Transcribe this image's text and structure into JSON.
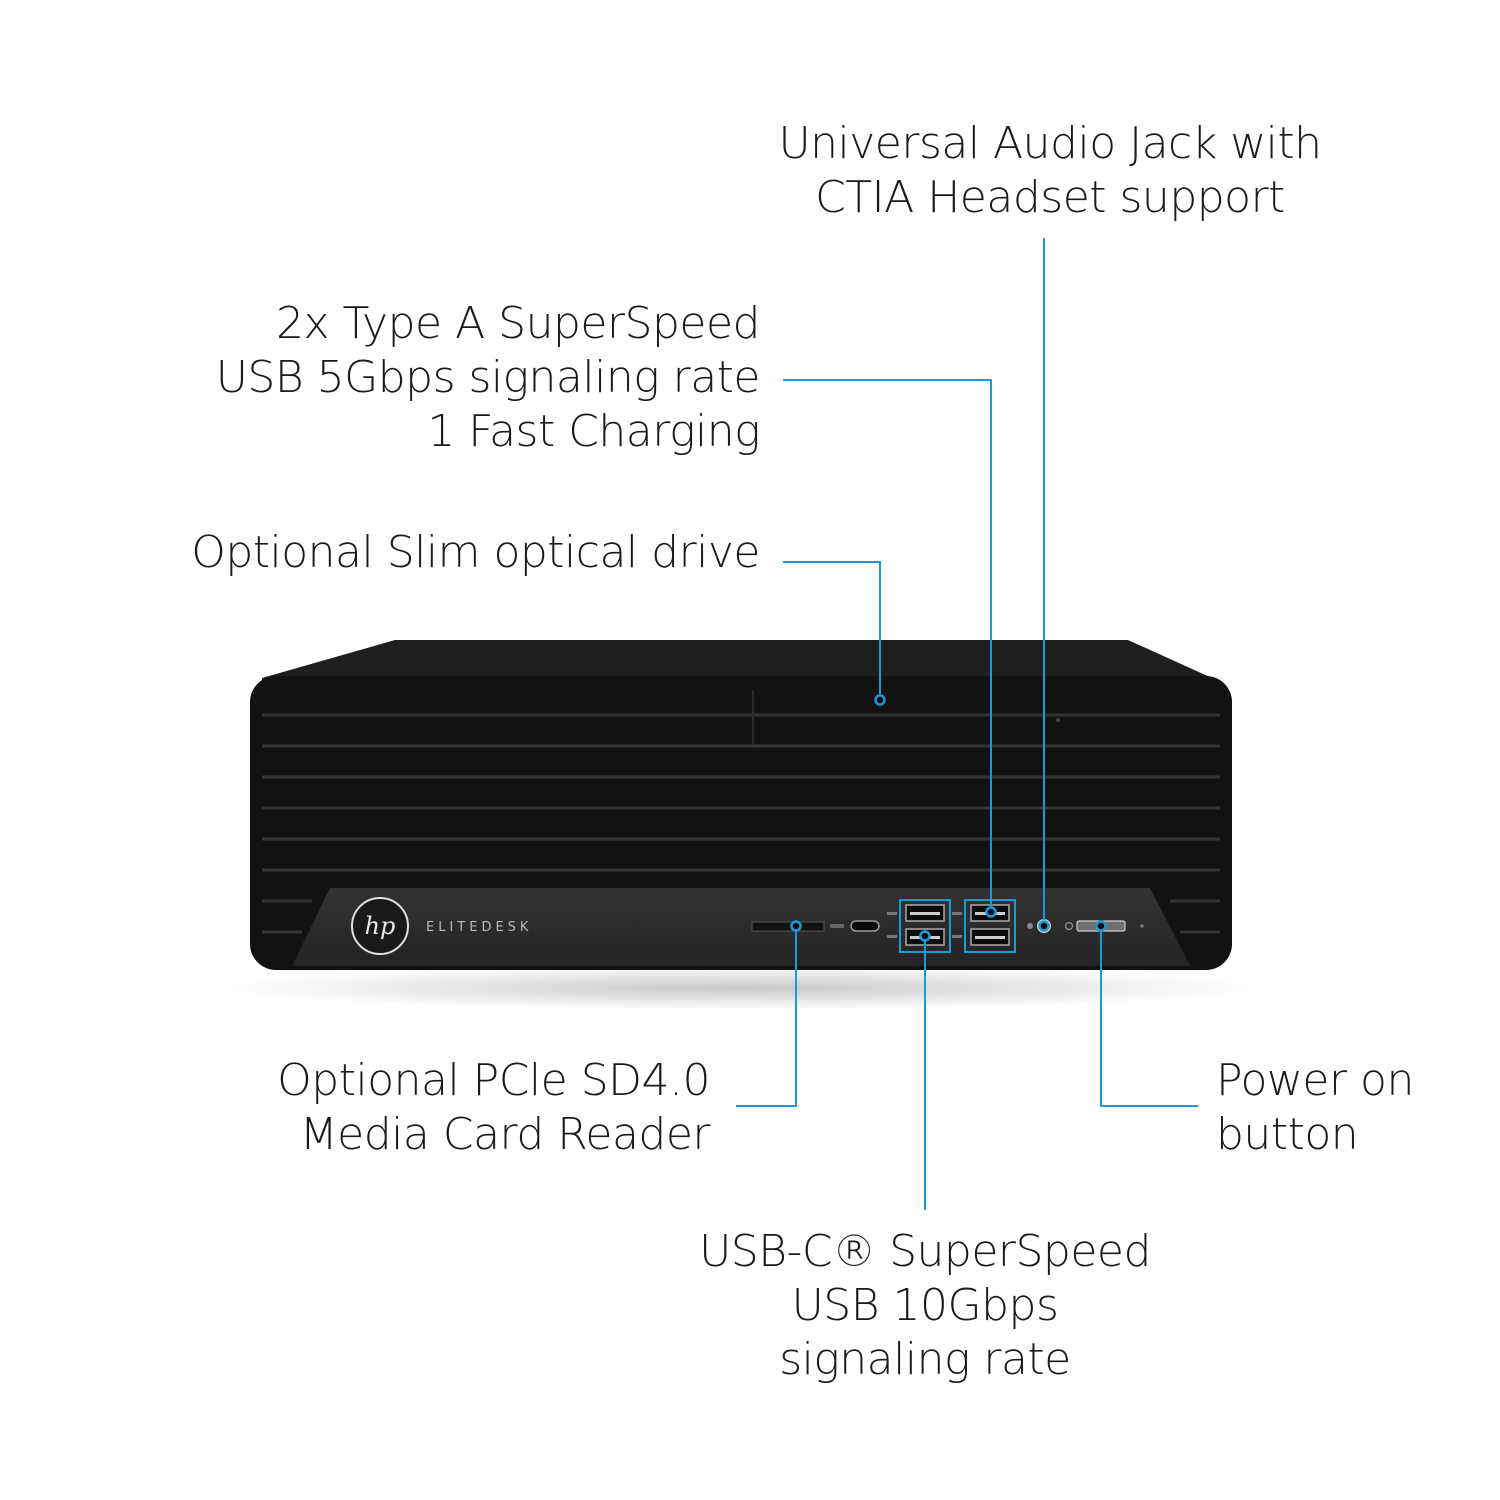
{
  "device": {
    "brand_logo": "hp",
    "model_label": "ELITEDESK",
    "body_color": "#121212",
    "panel_color": "#2b2b2b",
    "vent_line_color": "#383838"
  },
  "accent_color": "#1a9ad6",
  "callouts": {
    "audio_jack": {
      "lines": [
        "Universal Audio Jack with",
        "CTIA Headset support"
      ]
    },
    "usb_a": {
      "lines": [
        "2x Type A SuperSpeed",
        "USB 5Gbps signaling rate",
        "1 Fast Charging"
      ]
    },
    "optical_drive": {
      "lines": [
        "Optional Slim optical drive"
      ]
    },
    "sd_reader": {
      "lines": [
        "Optional PCle SD4.0",
        "Media Card Reader"
      ]
    },
    "power_button": {
      "lines": [
        "Power on",
        "button"
      ]
    },
    "usb_c": {
      "lines": [
        "USB-C® SuperSpeed",
        "USB 10Gbps",
        "signaling rate"
      ]
    }
  }
}
